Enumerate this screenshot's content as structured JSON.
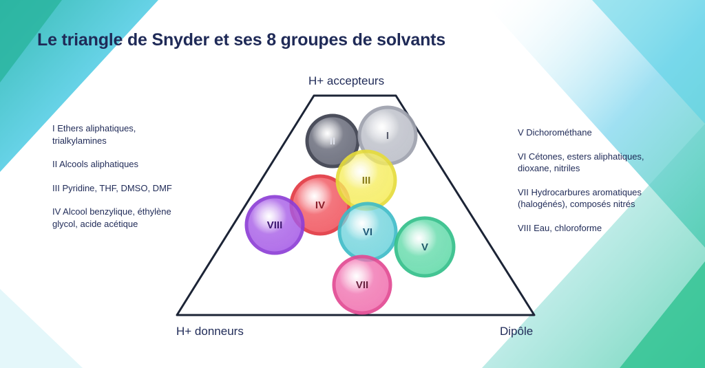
{
  "title": "Le triangle de Snyder et ses 8 groupes de solvants",
  "vertices": {
    "top": "H+ accepteurs",
    "bottom_left": "H+ donneurs",
    "bottom_right": "Dipôle"
  },
  "left_list": [
    {
      "text": "I  Ethers aliphatiques, trialkylamines"
    },
    {
      "text": "II  Alcools aliphatiques"
    },
    {
      "text": "III Pyridine, THF, DMSO, DMF"
    },
    {
      "text": "IV Alcool benzylique, éthylène glycol, acide acétique"
    }
  ],
  "right_list": [
    {
      "text": "V Dichorométhane"
    },
    {
      "text": "VI Cétones, esters aliphatiques, dioxane, nitriles"
    },
    {
      "text": "VII Hydrocarbures aromatiques (halogénés), composés nitrés"
    },
    {
      "text": "VIII Eau, chloroforme"
    }
  ],
  "groups": [
    {
      "label": "II",
      "color": "#5d6070",
      "ring": "#3c3f4e"
    },
    {
      "label": "I",
      "color": "#b9bcc6",
      "ring": "#9ea1ad"
    },
    {
      "label": "IV",
      "color": "#f0505a",
      "ring": "#e23a44"
    },
    {
      "label": "III",
      "color": "#f5ec5c",
      "ring": "#e6dc3c"
    },
    {
      "label": "VIII",
      "color": "#a55ae6",
      "ring": "#8e3fd6"
    },
    {
      "label": "VI",
      "color": "#6fd3dc",
      "ring": "#3fbcc8"
    },
    {
      "label": "V",
      "color": "#5fd9a8",
      "ring": "#34c08a"
    },
    {
      "label": "VII",
      "color": "#f06fae",
      "ring": "#e24a93"
    }
  ]
}
